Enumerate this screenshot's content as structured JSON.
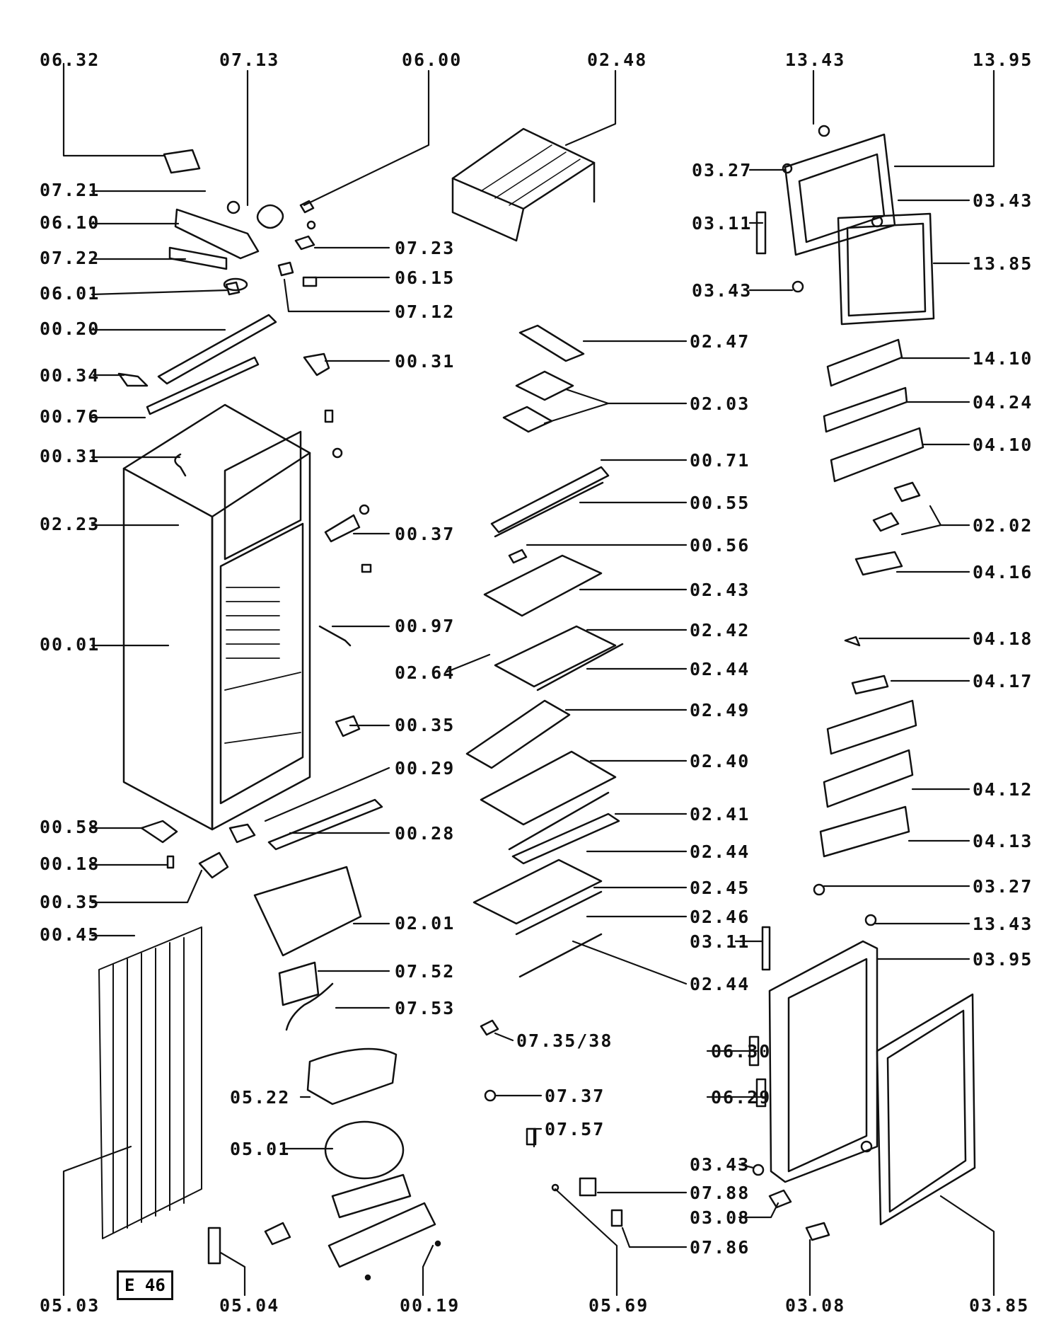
{
  "labels": {
    "06_32": "06.32",
    "07_13": "07.13",
    "06_00": "06.00",
    "02_48": "02.48",
    "13_43a": "13.43",
    "13_95": "13.95",
    "07_21": "07.21",
    "06_10": "06.10",
    "07_22": "07.22",
    "06_01": "06.01",
    "00_20": "00.20",
    "00_34": "00.34",
    "00_76": "00.76",
    "00_31a": "00.31",
    "02_23": "02.23",
    "00_01": "00.01",
    "00_58": "00.58",
    "00_18": "00.18",
    "00_35a": "00.35",
    "00_45": "00.45",
    "05_03": "05.03",
    "05_04": "05.04",
    "00_19": "00.19",
    "07_23": "07.23",
    "06_15": "06.15",
    "07_12": "07.12",
    "00_31b": "00.31",
    "00_37": "00.37",
    "00_97": "00.97",
    "02_64": "02.64",
    "00_35b": "00.35",
    "00_29": "00.29",
    "00_28": "00.28",
    "02_01": "02.01",
    "07_52": "07.52",
    "07_53": "07.53",
    "05_22": "05.22",
    "05_01": "05.01",
    "02_47": "02.47",
    "02_03": "02.03",
    "00_71": "00.71",
    "00_55": "00.55",
    "00_56": "00.56",
    "02_43": "02.43",
    "02_42": "02.42",
    "02_44a": "02.44",
    "02_49": "02.49",
    "02_40": "02.40",
    "02_41": "02.41",
    "02_44b": "02.44",
    "02_45": "02.45",
    "02_46": "02.46",
    "02_44c": "02.44",
    "07_35": "07.35/38",
    "07_37": "07.37",
    "07_57": "07.57",
    "05_69": "05.69",
    "07_88": "07.88",
    "07_86": "07.86",
    "03_27a": "03.27",
    "03_11a": "03.11",
    "03_43a": "03.43",
    "03_43b": "03.43",
    "13_85": "13.85",
    "14_10": "14.10",
    "04_24": "04.24",
    "04_10": "04.10",
    "02_02": "02.02",
    "04_16": "04.16",
    "04_18": "04.18",
    "04_17": "04.17",
    "04_12": "04.12",
    "04_13": "04.13",
    "03_27b": "03.27",
    "13_43b": "13.43",
    "03_11b": "03.11",
    "03_95": "03.95",
    "06_30": "06.30",
    "06_29": "06.29",
    "03_43c": "03.43",
    "03_08a": "03.08",
    "03_08b": "03.08",
    "03_85": "03.85"
  },
  "diagram_tag": "E 46"
}
